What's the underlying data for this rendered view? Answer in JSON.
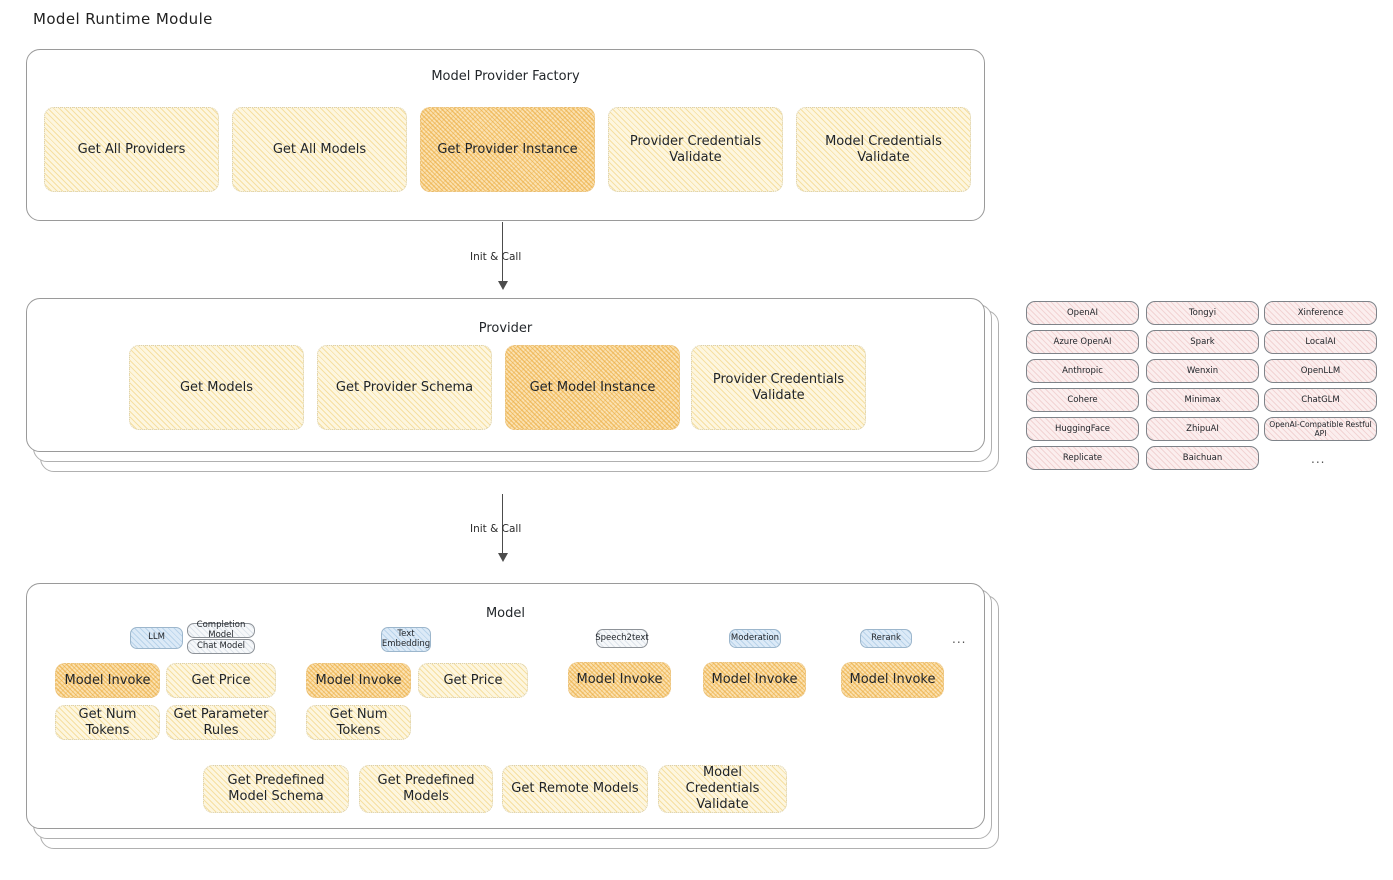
{
  "page": {
    "title": "Model Runtime Module"
  },
  "colors": {
    "node_fill": "#fdf6df",
    "node_fill_strong": "#fbe1b0",
    "tag_blue": "#dceaf7",
    "provider_pill": "#fbeeee",
    "frame_border": "#9a9a9a",
    "arrow": "#4c4c4c"
  },
  "factory": {
    "title": "Model Provider Factory",
    "nodes": [
      {
        "label": "Get All Providers",
        "highlight": false
      },
      {
        "label": "Get All Models",
        "highlight": false
      },
      {
        "label": "Get Provider Instance",
        "highlight": true
      },
      {
        "label": "Provider Credentials Validate",
        "highlight": false
      },
      {
        "label": "Model Credentials Validate",
        "highlight": false
      }
    ]
  },
  "arrows": [
    {
      "label": "Init & Call"
    },
    {
      "label": "Init & Call"
    }
  ],
  "provider": {
    "title": "Provider",
    "nodes": [
      {
        "label": "Get Models",
        "highlight": false
      },
      {
        "label": "Get Provider Schema",
        "highlight": false
      },
      {
        "label": "Get Model Instance",
        "highlight": true
      },
      {
        "label": "Provider Credentials Validate",
        "highlight": false
      }
    ]
  },
  "provider_list": {
    "columns": [
      {
        "items": [
          "OpenAI",
          "Azure OpenAI",
          "Anthropic",
          "Cohere",
          "HuggingFace",
          "Replicate"
        ]
      },
      {
        "items": [
          "Tongyi",
          "Spark",
          "Wenxin",
          "Minimax",
          "ZhipuAI",
          "Baichuan"
        ]
      },
      {
        "items": [
          "Xinference",
          "LocalAI",
          "OpenLLM",
          "ChatGLM",
          "OpenAI-Compatible Restful API"
        ]
      }
    ],
    "more": "..."
  },
  "model": {
    "title": "Model",
    "more": "...",
    "groups": [
      {
        "tag": "LLM",
        "tag_style": "blue",
        "subtags": [
          "Completion Model",
          "Chat Model"
        ],
        "nodes": [
          {
            "label": "Model Invoke",
            "highlight": true
          },
          {
            "label": "Get Price",
            "highlight": false
          },
          {
            "label": "Get Num Tokens",
            "highlight": false
          },
          {
            "label": "Get Parameter Rules",
            "highlight": false
          }
        ]
      },
      {
        "tag": "Text Embedding",
        "tag_style": "blue",
        "subtags": [],
        "nodes": [
          {
            "label": "Model Invoke",
            "highlight": true
          },
          {
            "label": "Get Price",
            "highlight": false
          },
          {
            "label": "Get Num Tokens",
            "highlight": false
          }
        ]
      },
      {
        "tag": "Speech2text",
        "tag_style": "plain",
        "subtags": [],
        "nodes": [
          {
            "label": "Model Invoke",
            "highlight": true
          }
        ]
      },
      {
        "tag": "Moderation",
        "tag_style": "blue",
        "subtags": [],
        "nodes": [
          {
            "label": "Model Invoke",
            "highlight": true
          }
        ]
      },
      {
        "tag": "Rerank",
        "tag_style": "blue",
        "subtags": [],
        "nodes": [
          {
            "label": "Model Invoke",
            "highlight": true
          }
        ]
      }
    ],
    "common_nodes": [
      {
        "label": "Get Predefined Model Schema"
      },
      {
        "label": "Get Predefined Models"
      },
      {
        "label": "Get Remote Models"
      },
      {
        "label": "Model Credentials Validate"
      }
    ]
  }
}
